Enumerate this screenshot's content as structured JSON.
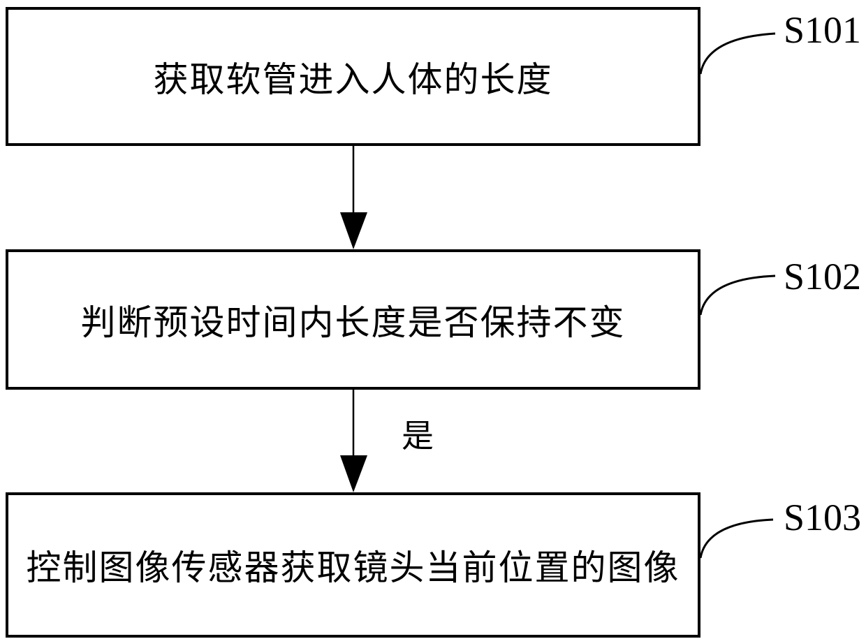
{
  "figure": {
    "background_color": "#ffffff",
    "line_color": "#000000",
    "steps": [
      {
        "id": "S101",
        "label": "获取软管进入人体的长度"
      },
      {
        "id": "S102",
        "label": "判断预设时间内长度是否保持不变"
      },
      {
        "id": "S103",
        "label": "控制图像传感器获取镜头当前位置的图像"
      }
    ],
    "connectors": [
      {
        "from": "S101",
        "to": "S102",
        "label": ""
      },
      {
        "from": "S102",
        "to": "S103",
        "label": "是"
      }
    ]
  }
}
